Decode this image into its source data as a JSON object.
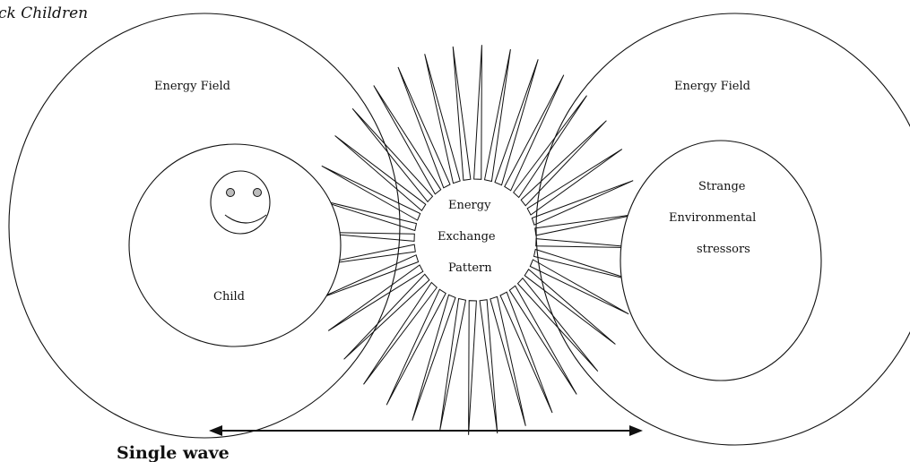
{
  "caption": "ck Children",
  "left_field": {
    "title": "Energy Field",
    "inner_label": "Child"
  },
  "right_field": {
    "title": "Energy Field",
    "inner_lines": [
      "Strange",
      "Environmental",
      "stressors"
    ]
  },
  "center": {
    "lines": [
      "Energy",
      "Exchange",
      "Pattern"
    ]
  },
  "wave": {
    "label": "Single wave"
  },
  "colors": {
    "line": "#111111",
    "eye": "#bdbdbd",
    "background": "#ffffff"
  },
  "icons": [
    "smiley-face-icon"
  ]
}
